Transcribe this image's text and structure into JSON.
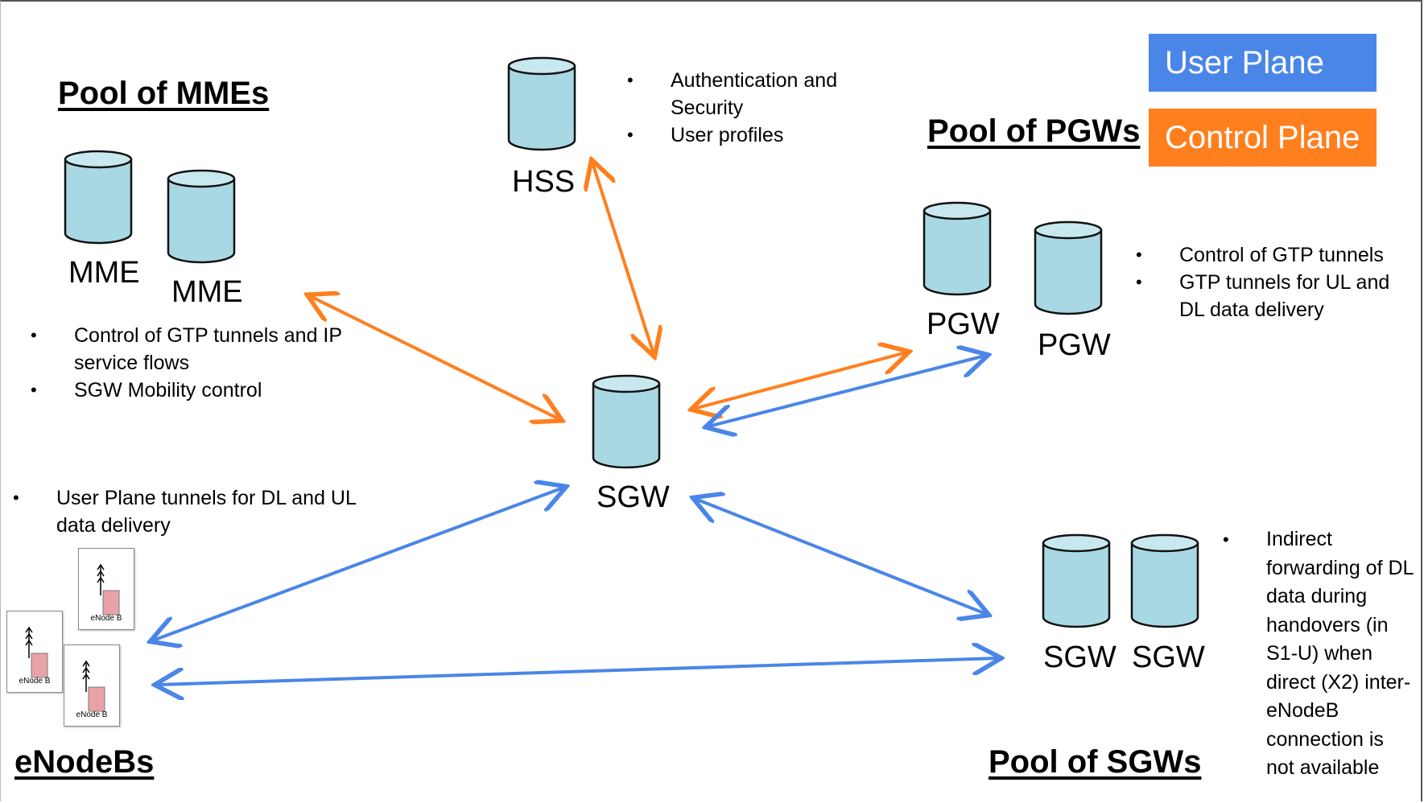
{
  "legend": {
    "user_plane": "User Plane",
    "control_plane": "Control Plane",
    "user_plane_color": "#4a86e8",
    "control_plane_color": "#ff7f1f"
  },
  "headings": {
    "mme_pool": "Pool of MMEs",
    "pgw_pool": "Pool of PGWs",
    "sgw_pool": "Pool of SGWs",
    "enodebs": "eNodeBs"
  },
  "nodes": {
    "hss": "HSS",
    "mme_1": "MME",
    "mme_2": "MME",
    "pgw_1": "PGW",
    "pgw_2": "PGW",
    "sgw_center": "SGW",
    "sgw_pool_1": "SGW",
    "sgw_pool_2": "SGW",
    "enodeb_label": "eNode B"
  },
  "notes": {
    "hss": [
      "Authentication and Security",
      "User profiles"
    ],
    "mme": [
      "Control of GTP tunnels and IP service flows",
      "SGW Mobility control"
    ],
    "pgw": [
      "Control of GTP tunnels",
      "GTP tunnels for UL and DL data delivery"
    ],
    "enodeb": [
      "User Plane tunnels for DL and UL data delivery"
    ],
    "sgw_pool": [
      "Indirect forwarding of DL data during handovers (in S1-U) when direct (X2) inter-eNodeB connection is not available"
    ]
  },
  "colors": {
    "cylinder_fill": "#a8d8e3",
    "cylinder_top": "#c8e8ef",
    "enodeb_box": "#e9a3a8"
  }
}
